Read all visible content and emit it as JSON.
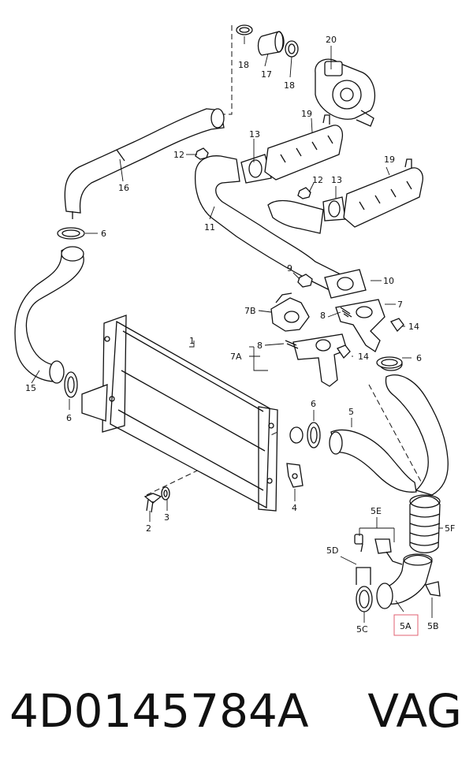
{
  "labels": {
    "l1": "1",
    "l2": "2",
    "l3": "3",
    "l4": "4",
    "l5": "5",
    "l5a": "5A",
    "l5b": "5B",
    "l5c": "5C",
    "l5d": "5D",
    "l5e": "5E",
    "l5f": "5F",
    "l6a": "6",
    "l6b": "6",
    "l6c": "6",
    "l6d": "6",
    "l7": "7",
    "l7a": "7A",
    "l7b": "7B",
    "l8a": "8",
    "l8b": "8",
    "l9": "9",
    "l10": "10",
    "l11": "11",
    "l12a": "12",
    "l12b": "12",
    "l13a": "13",
    "l13b": "13",
    "l14a": "14",
    "l14b": "14",
    "l15": "15",
    "l16": "16",
    "l17": "17",
    "l18a": "18",
    "l18b": "18",
    "l19a": "19",
    "l19b": "19",
    "l20": "20"
  },
  "highlight_color": "#e06070",
  "footer": {
    "part_number": "4D0145784A",
    "brand": "VAG"
  }
}
